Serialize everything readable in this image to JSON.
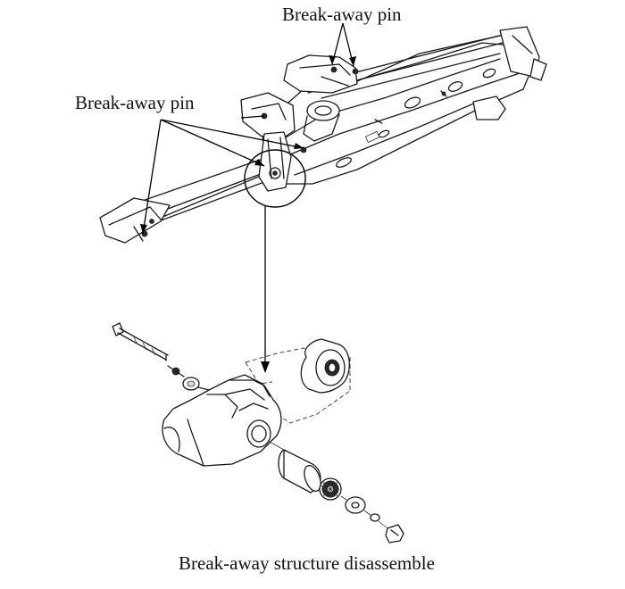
{
  "figure": {
    "labels": {
      "pin_top": "Break-away pin",
      "pin_left": "Break-away pin"
    },
    "caption": "Break-away structure disassemble"
  }
}
